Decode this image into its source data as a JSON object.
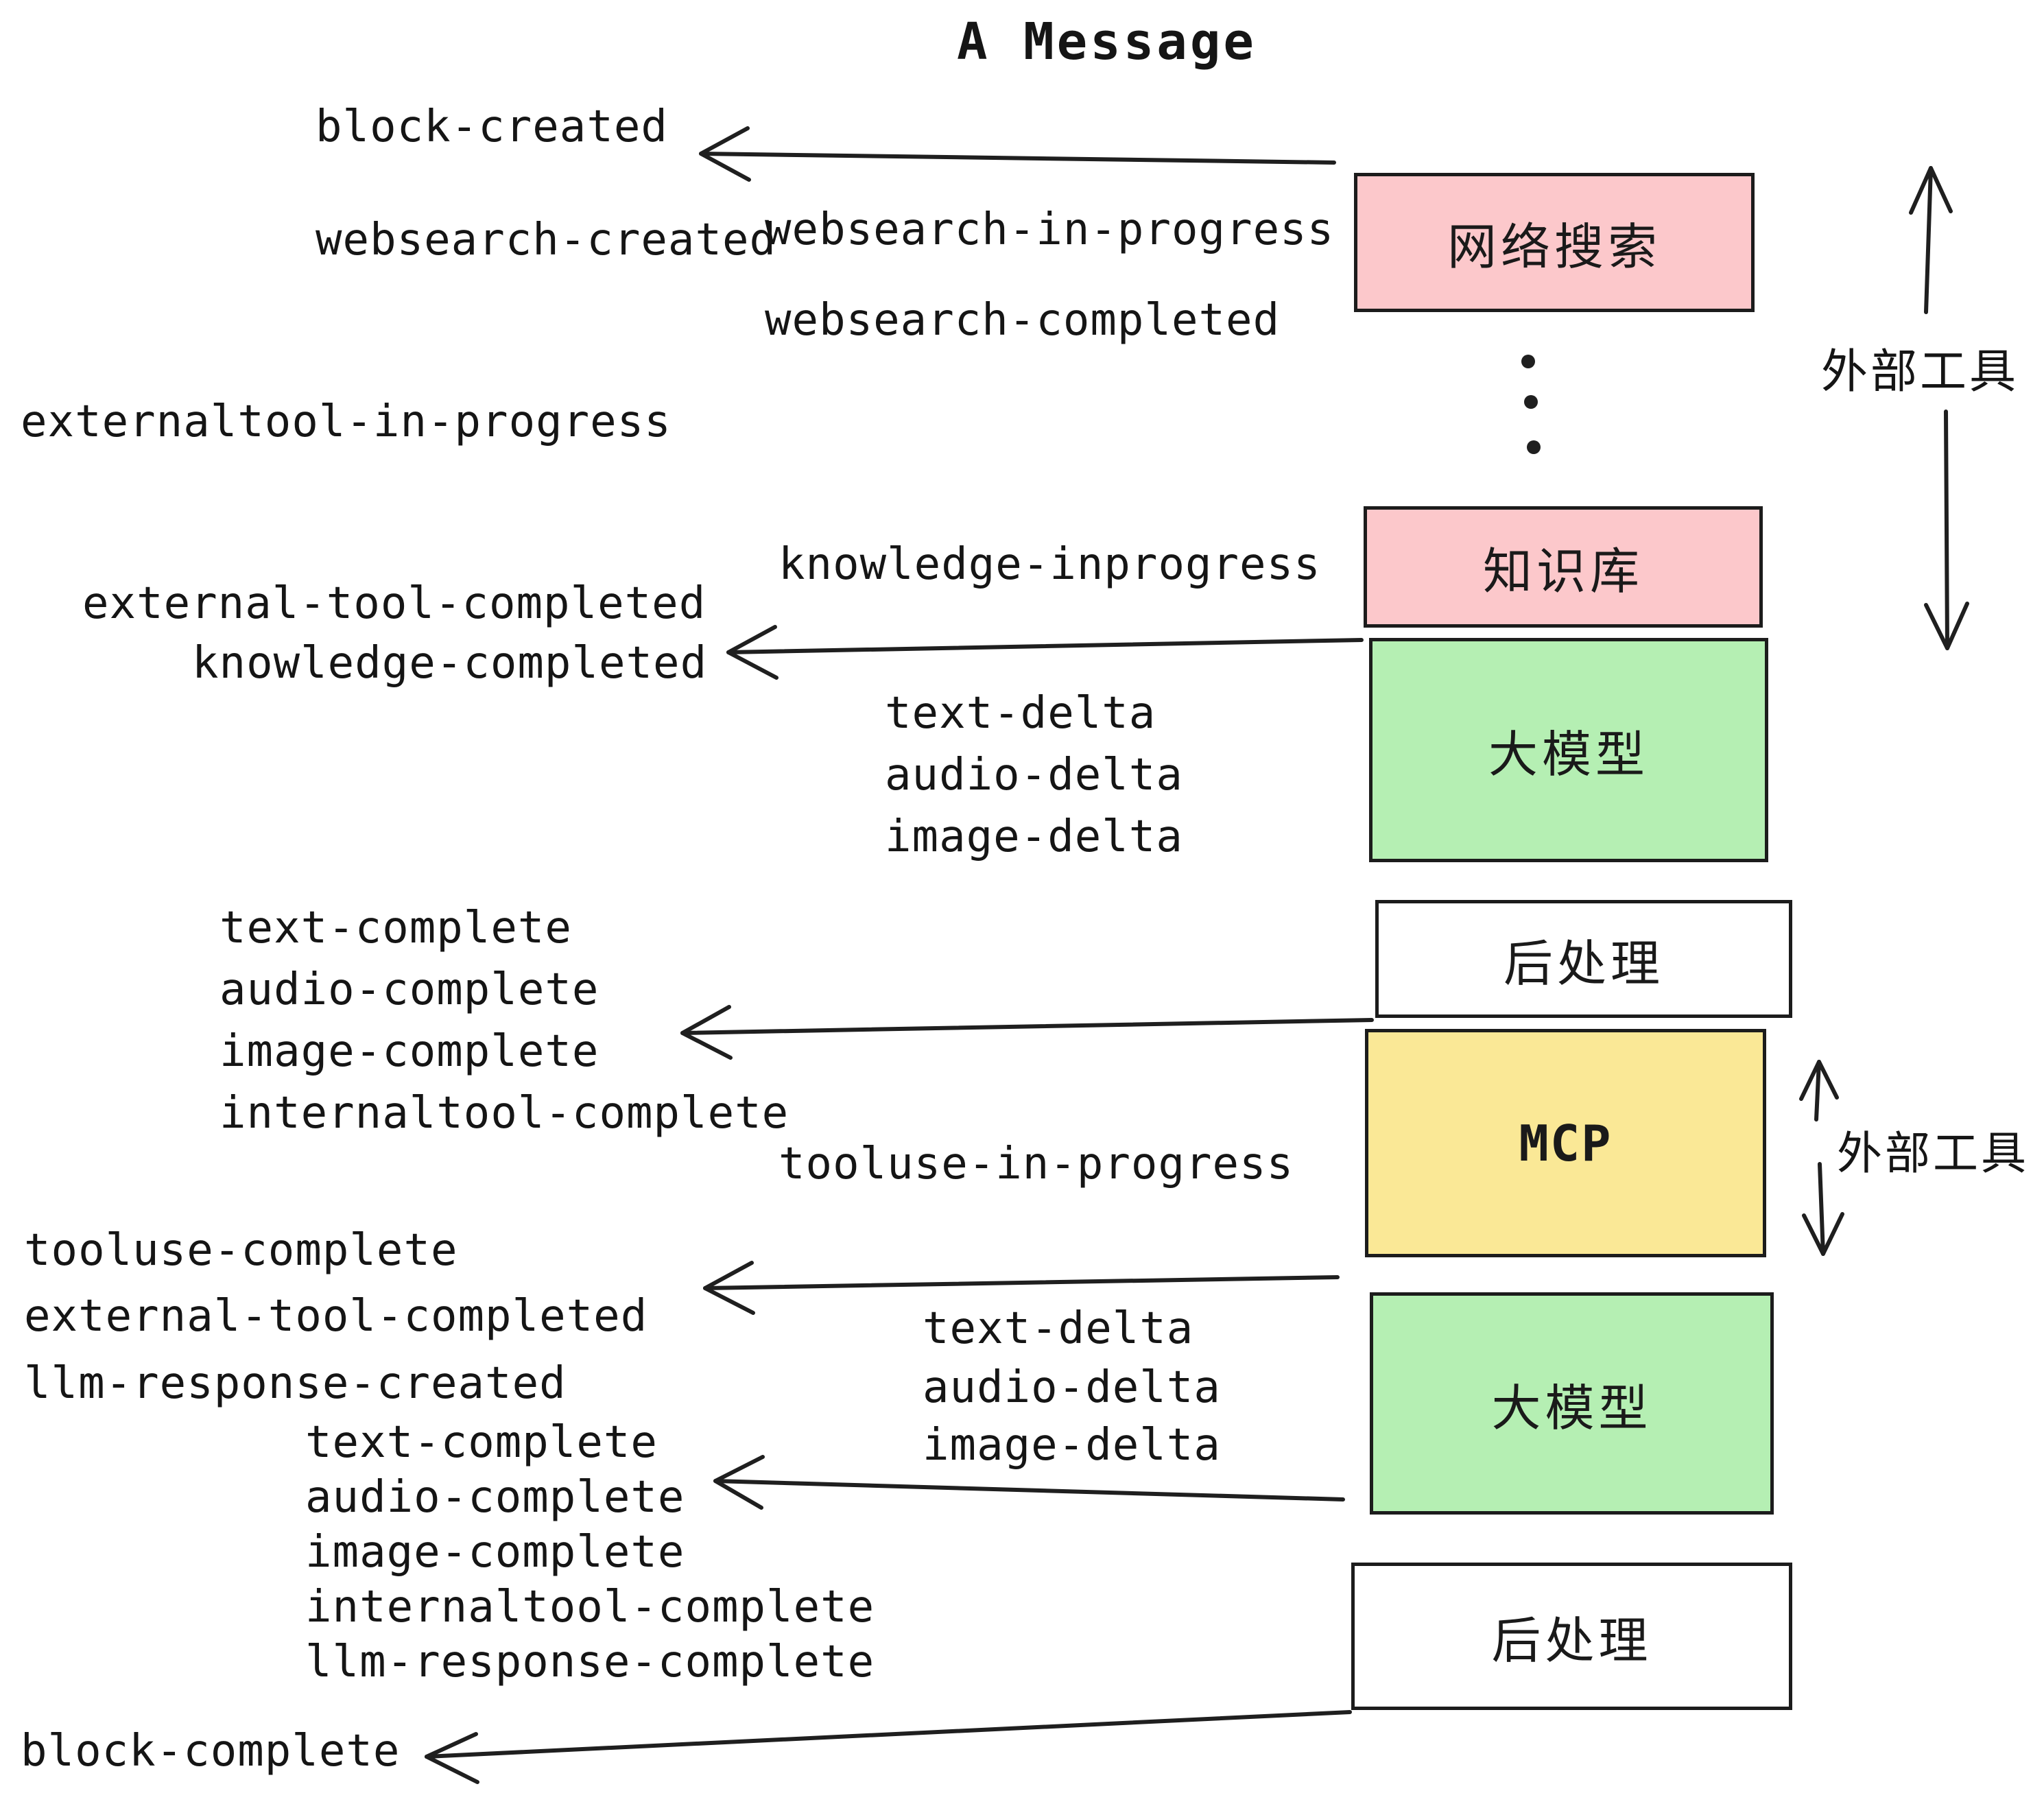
{
  "title": "A Message",
  "boxes": [
    {
      "id": "websearch",
      "label": "网络搜索",
      "color": "#fcc8cb"
    },
    {
      "id": "knowledge",
      "label": "知识库",
      "color": "#fcc8cb"
    },
    {
      "id": "llm-1",
      "label": "大模型",
      "color": "#b5efb3"
    },
    {
      "id": "post-1",
      "label": "后处理",
      "color": "#ffffff"
    },
    {
      "id": "mcp",
      "label": "MCP",
      "color": "#fae896"
    },
    {
      "id": "llm-2",
      "label": "大模型",
      "color": "#b5efb3"
    },
    {
      "id": "post-2",
      "label": "后处理",
      "color": "#ffffff"
    }
  ],
  "events": {
    "block_created": "block-created",
    "websearch_created": "websearch-created",
    "websearch_in_progress": "websearch-in-progress",
    "websearch_completed": "websearch-completed",
    "externaltool_in_progress": "externaltool-in-progress",
    "knowledge_inprogress": "knowledge-inprogress",
    "external_tool_completed_1": "external-tool-completed",
    "knowledge_completed": "knowledge-completed",
    "delta_group_1": [
      "text-delta",
      "audio-delta",
      "image-delta"
    ],
    "complete_group_1": [
      "text-complete",
      "audio-complete",
      "image-complete",
      "internaltool-complete"
    ],
    "tooluse_in_progress": "tooluse-in-progress",
    "tooluse_complete": "tooluse-complete",
    "external_tool_completed_2": "external-tool-completed",
    "llm_response_created": "llm-response-created",
    "delta_group_2": [
      "text-delta",
      "audio-delta",
      "image-delta"
    ],
    "complete_group_2": [
      "text-complete",
      "audio-complete",
      "image-complete",
      "internaltool-complete",
      "llm-response-complete"
    ],
    "block_complete": "block-complete"
  },
  "side_labels": {
    "external_tools_top": "外部工具",
    "external_tools_mcp": "外部工具"
  },
  "colors": {
    "pink": "#fcc8cb",
    "green": "#b5efb3",
    "yellow": "#fae896",
    "white": "#ffffff",
    "border": "#1c1c1c",
    "arrow": "#1f1f1f",
    "text": "#151515"
  }
}
